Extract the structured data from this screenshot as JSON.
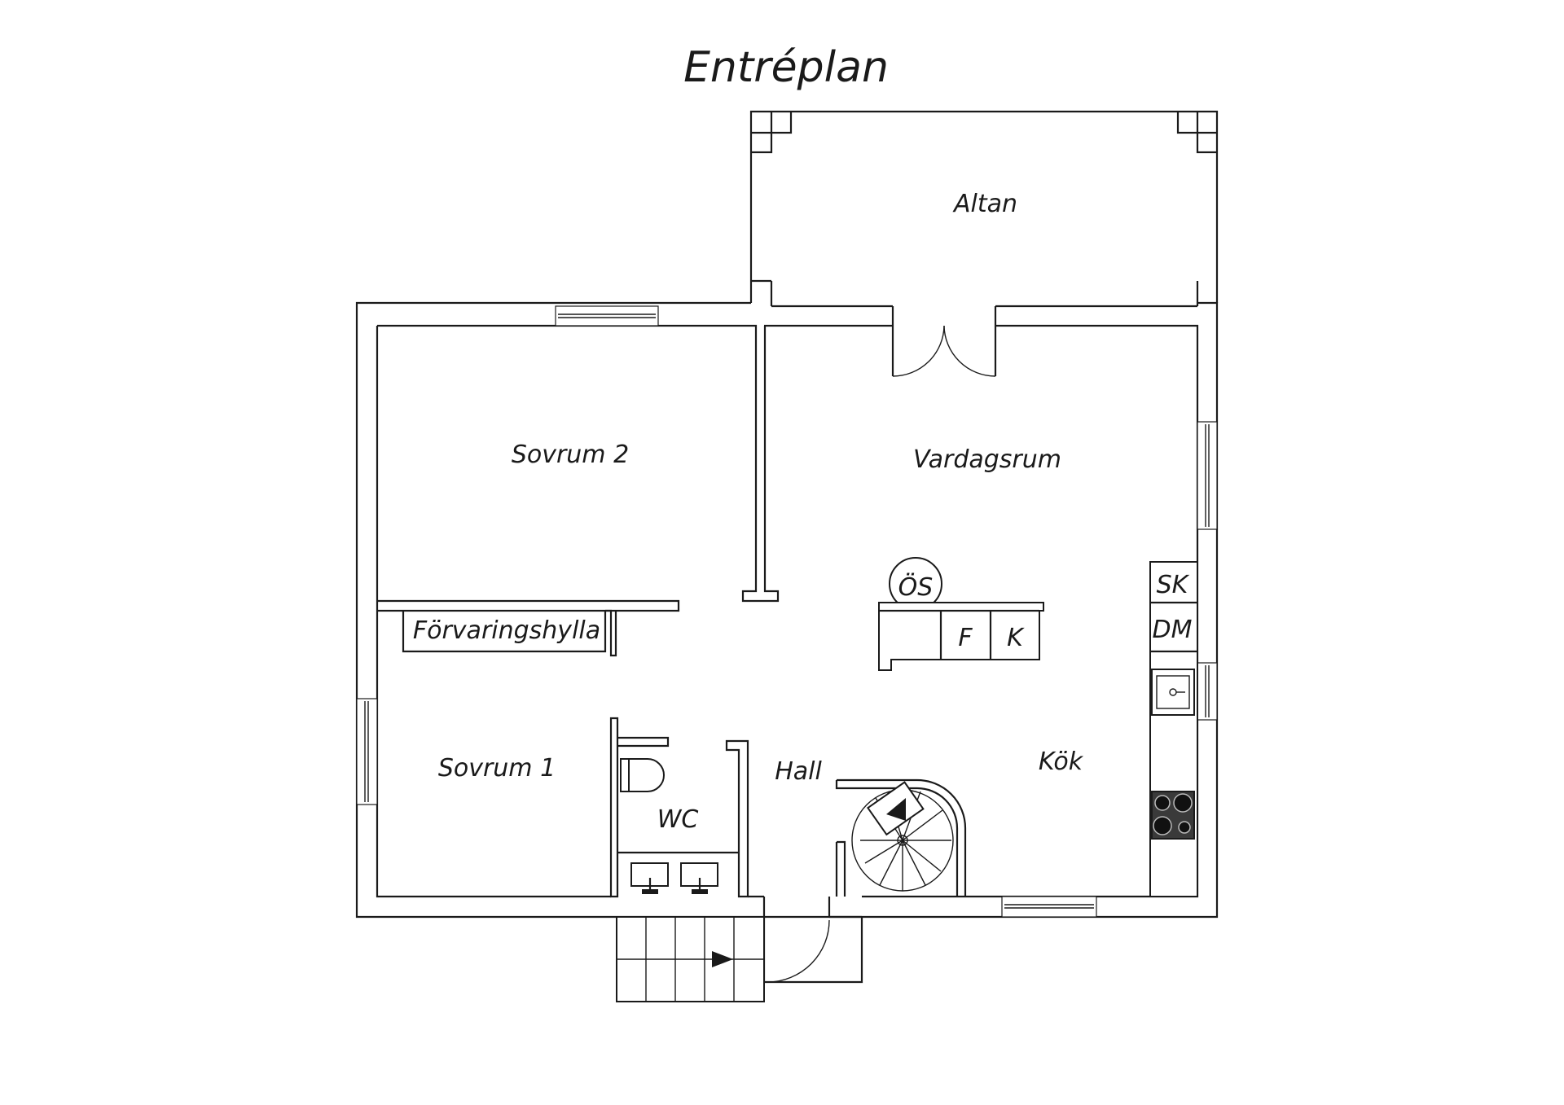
{
  "title": "Entréplan",
  "rooms": {
    "altan": "Altan",
    "sovrum2": "Sovrum 2",
    "vardagsrum": "Vardagsrum",
    "forvaringshylla": "Förvaringshylla",
    "sovrum1": "Sovrum 1",
    "wc": "WC",
    "hall": "Hall",
    "kok": "Kök"
  },
  "fixtures": {
    "os": "ÖS",
    "f": "F",
    "k": "K",
    "sk": "SK",
    "dm": "DM"
  }
}
